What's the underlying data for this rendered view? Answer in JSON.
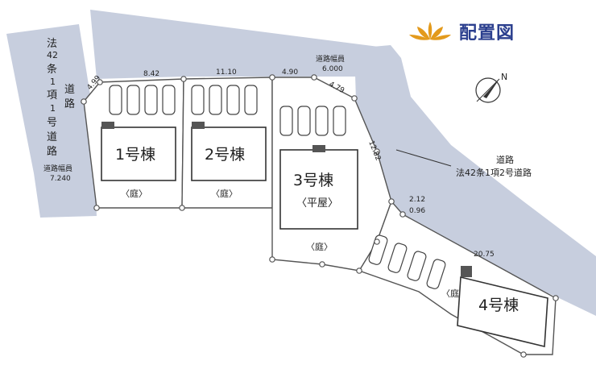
{
  "title": "配置図",
  "colors": {
    "road": "#c7cede",
    "lot": "#ffffff",
    "line": "#555555",
    "title": "#2b3f8e",
    "logo": "#e39a1c"
  },
  "roads": {
    "left_label_chars": [
      "法",
      "42",
      "条",
      "1",
      "項",
      "1",
      "号",
      "道",
      "路"
    ],
    "left_width_label": "道路幅員",
    "left_width_value": "7.240",
    "top_width_label": "道路幅員",
    "top_width_value": "6.000",
    "right_label_line1": "道路",
    "right_label_line2": "法42条1項2号道路"
  },
  "dimensions": {
    "d1": "4.99",
    "d2": "8.42",
    "d3": "11.10",
    "d4": "4.90",
    "d5": "4.79",
    "d6": "12.82",
    "d7": "2.12",
    "d8": "0.96",
    "d9": "20.75"
  },
  "lots": [
    {
      "name": "1号棟",
      "garden": "〈庭〉"
    },
    {
      "name": "2号棟",
      "garden": "〈庭〉"
    },
    {
      "name": "3号棟",
      "sub": "〈平屋〉",
      "garden": "〈庭〉"
    },
    {
      "name": "4号棟",
      "garden": "〈庭"
    }
  ],
  "compass": {
    "north": "N"
  }
}
